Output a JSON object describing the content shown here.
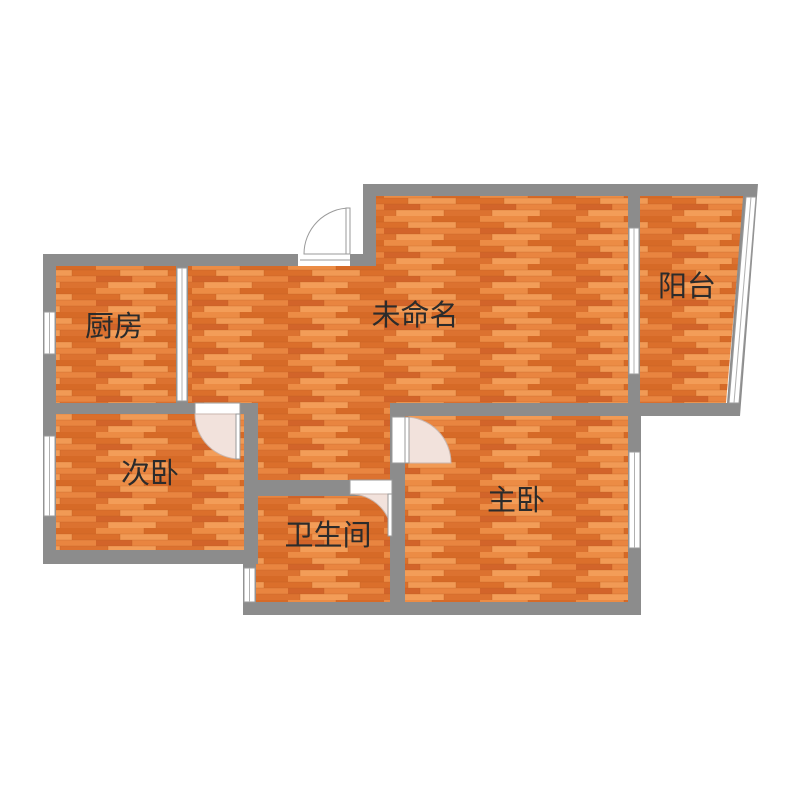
{
  "rooms": {
    "kitchen": "厨房",
    "living": "未命名",
    "balcony": "阳台",
    "second_bedroom": "次卧",
    "bathroom": "卫生间",
    "master_bedroom": "主卧"
  },
  "colors": {
    "wall": "#8c8c8c",
    "floor_base": "#e0772f",
    "floor_light": "#f09a52",
    "floor_dark": "#c65f20",
    "window": "#ffffff",
    "door_arc": "#f2e2dc",
    "label": "#2b2b2b"
  }
}
